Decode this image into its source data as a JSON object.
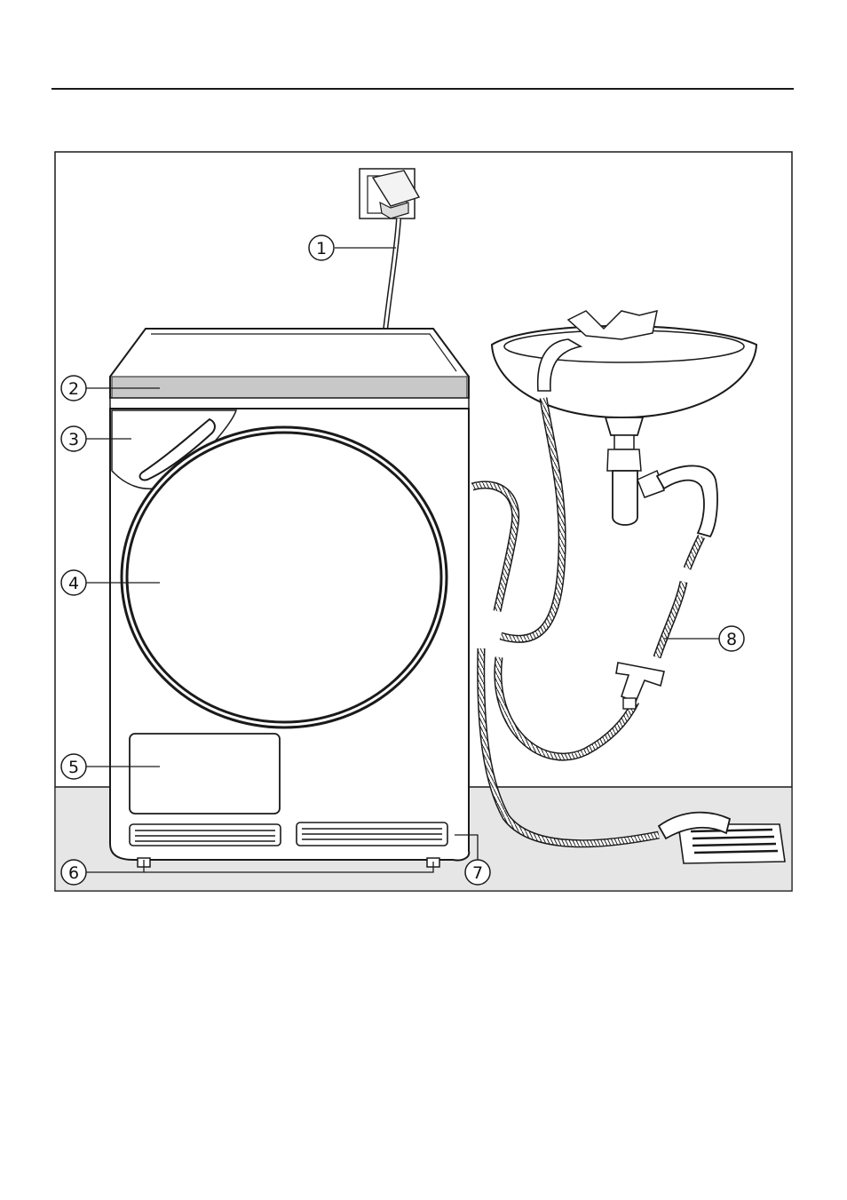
{
  "callouts": [
    {
      "id": 1,
      "label": "1"
    },
    {
      "id": 2,
      "label": "2"
    },
    {
      "id": 3,
      "label": "3"
    },
    {
      "id": 4,
      "label": "4"
    },
    {
      "id": 5,
      "label": "5"
    },
    {
      "id": 6,
      "label": "6"
    },
    {
      "id": 7,
      "label": "7"
    },
    {
      "id": 8,
      "label": "8"
    }
  ],
  "colors": {
    "line": "#1a1a1a",
    "panel_gray": "#c8c8c8",
    "floor_gray": "#e6e6e6",
    "background": "#ffffff"
  }
}
